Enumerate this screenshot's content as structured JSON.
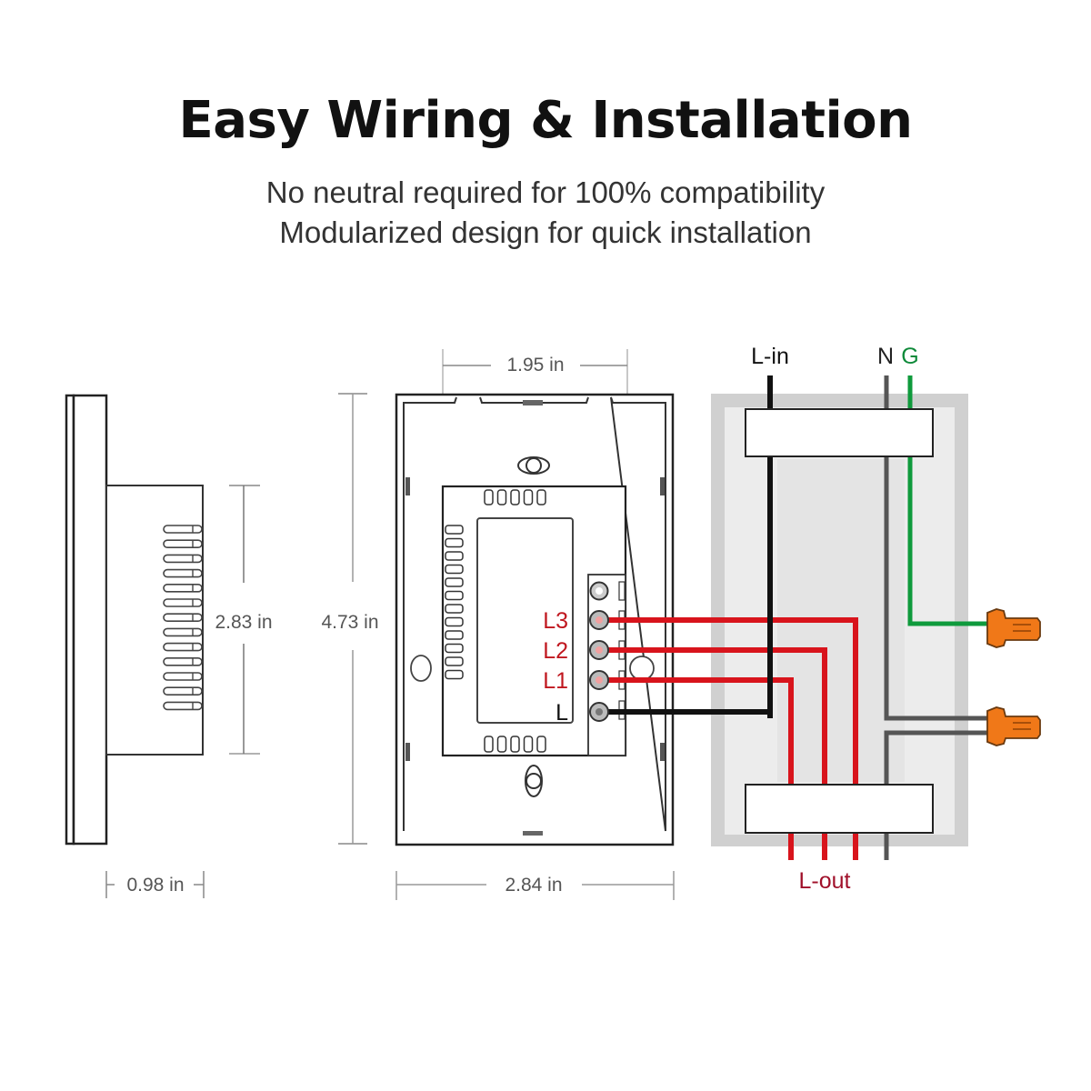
{
  "header": {
    "title": "Easy Wiring & Installation",
    "subtitle_lines": [
      "No neutral required for 100% compatibility",
      "Modularized design for quick installation"
    ]
  },
  "dimensions": {
    "side_depth": "0.98 in",
    "side_module_height": "2.83 in",
    "front_height": "4.73 in",
    "front_module_width": "1.95 in",
    "front_width": "2.84 in"
  },
  "terminals": [
    {
      "label": "L3",
      "color": "#c0171f"
    },
    {
      "label": "L2",
      "color": "#c0171f"
    },
    {
      "label": "L1",
      "color": "#c0171f"
    },
    {
      "label": "L",
      "color": "#111111"
    }
  ],
  "wiring": {
    "line_in_label": "L-in",
    "neutral_label": "N",
    "ground_label": "G",
    "line_out_label": "L-out"
  },
  "colors": {
    "line_wire": "#111111",
    "load_wire": "#d8141c",
    "neutral_wire": "#555555",
    "ground_wire": "#0f9a3c",
    "ground_label": "#0f8a3a",
    "load_label": "#a0102a",
    "wire_nut": "#f07818",
    "box_outer": "#cfcfcf",
    "box_inner": "#e8e8e8"
  }
}
